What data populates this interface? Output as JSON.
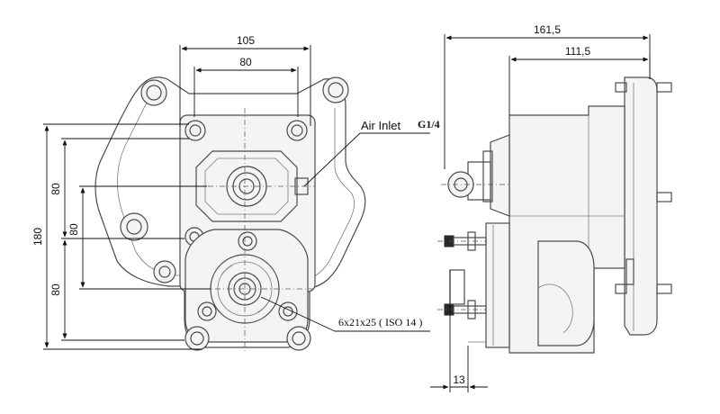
{
  "front_view": {
    "dim_width_outer": "105",
    "dim_width_inner": "80",
    "dim_height_total": "180",
    "dim_height_upper": "80",
    "dim_height_mid": "80",
    "dim_height_lower": "80",
    "air_inlet_label": "Air Inlet",
    "thread_label": "G1/4",
    "spline_label": "6x21x25 ( ISO 14 )"
  },
  "side_view": {
    "dim_length_total": "161,5",
    "dim_length_body": "111,5",
    "dim_flange": "13"
  }
}
